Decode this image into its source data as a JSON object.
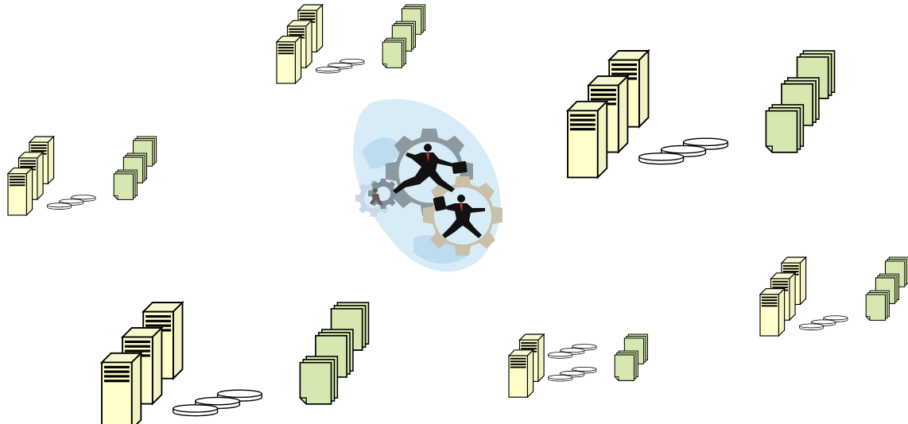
{
  "diagram": {
    "description_visible_text": "",
    "colors": {
      "server_fill": "#ffffcc",
      "server_side": "#f5f5c8",
      "document_fill": "#d6e8b0",
      "disk_fill": "#ffffff",
      "outline": "#000000",
      "center_blob": "#d8ecf8",
      "gear_gray": "#8a9aa0",
      "gear_tan": "#c8c0a8",
      "gear_light": "#c8d8e8"
    },
    "groups": [
      {
        "name": "top-center",
        "servers": 3,
        "disk_rows": 1,
        "documents": 3
      },
      {
        "name": "left",
        "servers": 3,
        "disk_rows": 1,
        "documents": 3
      },
      {
        "name": "top-right",
        "servers": 3,
        "disk_rows": 1,
        "documents": 3
      },
      {
        "name": "bottom-left",
        "servers": 3,
        "disk_rows": 1,
        "documents": 3
      },
      {
        "name": "bottom-center",
        "servers": 2,
        "disk_rows": 2,
        "documents": 2
      },
      {
        "name": "right",
        "servers": 3,
        "disk_rows": 1,
        "documents": 3
      }
    ],
    "center_icon": "businessmen-running-on-gears-icon"
  }
}
